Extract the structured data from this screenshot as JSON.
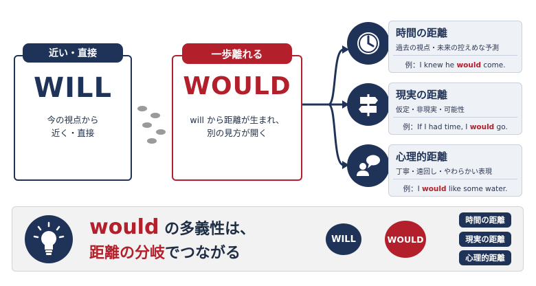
{
  "will": {
    "label": "近い・直接",
    "word": "WILL",
    "desc": "今の視点から\n近く・直接"
  },
  "would": {
    "label": "一歩離れる",
    "word": "WOULD",
    "desc": "will から距離が生まれ、\n別の見方が開く"
  },
  "distances": [
    {
      "icon": "clock-icon",
      "title": "時間の距離",
      "sub": "過去の視点・未来の控えめな予測",
      "example_pre": "例：I knew he ",
      "example_hl": "would",
      "example_post": " come."
    },
    {
      "icon": "signpost-icon",
      "title": "現実の距離",
      "sub": "仮定・非現実・可能性",
      "example_pre": "例：If I had time, I ",
      "example_hl": "would",
      "example_post": " go."
    },
    {
      "icon": "speech-bubble-icon",
      "title": "心理的距離",
      "sub": "丁寧・遠回し・やわらかい表現",
      "example_pre": "例：I ",
      "example_hl": "would",
      "example_post": " like some water."
    }
  ],
  "banner": {
    "word": "would",
    "line1_rest": " の多義性は、",
    "line2_hl": "距離の分岐",
    "line2_rest": "でつながる"
  },
  "mini_diagram": {
    "will": "WILL",
    "would": "WOULD",
    "branches": [
      "時間の距離",
      "現実の距離",
      "心理的距離"
    ]
  },
  "colors": {
    "navy": "#1f3358",
    "red": "#b3202b",
    "gray": "#8a8a8a"
  }
}
